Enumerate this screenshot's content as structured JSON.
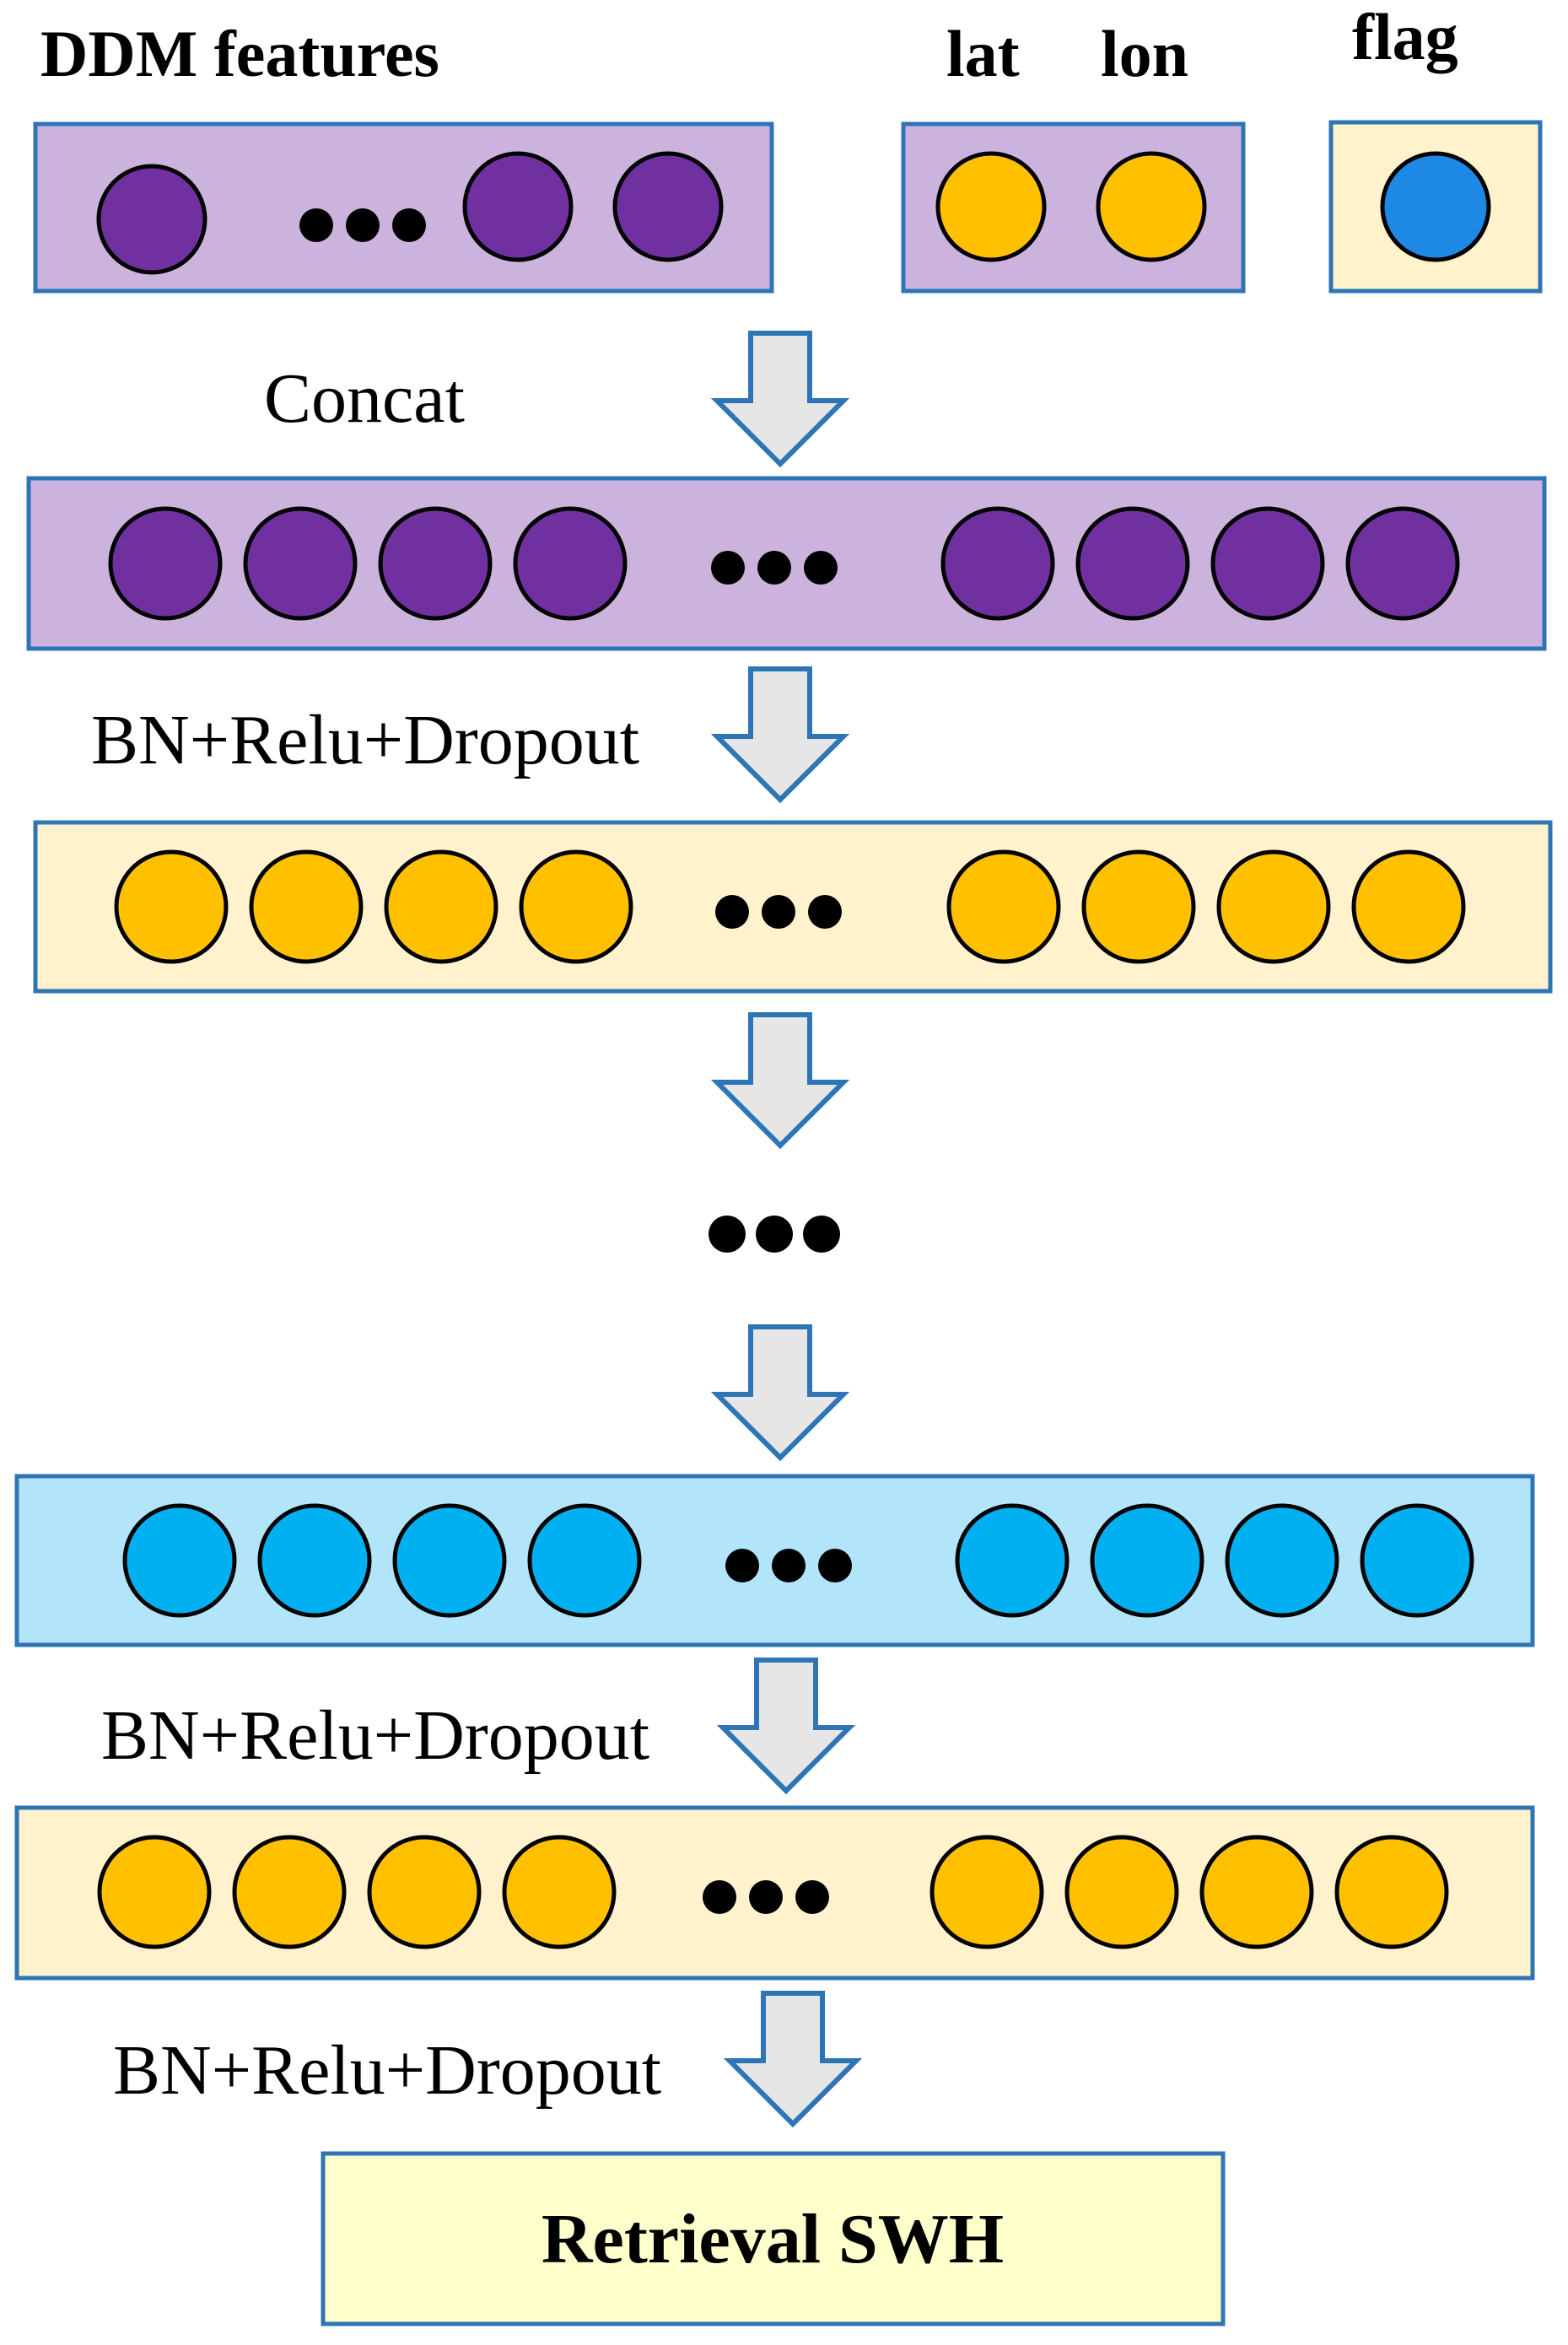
{
  "labels": {
    "ddm_features": "DDM  features",
    "lat": "lat",
    "lon": "lon",
    "flag": "flag",
    "concat": "Concat",
    "bn1": "BN+Relu+Dropout",
    "bn2": "BN+Relu+Dropout",
    "bn3": "BN+Relu+Dropout",
    "output": "Retrieval SWH"
  },
  "colors": {
    "purple_node": "#7030a0",
    "purple_fill": "#ccb3dd",
    "orange_node": "#ffc000",
    "orange_fill": "#fff2cc",
    "blue_node": "#00b0f0",
    "blue_fill": "#b3e5fa",
    "flag_node": "#1e88e5",
    "output_fill": "#ffffcc",
    "border": "#2e75b6",
    "arrow_fill": "#e6e6e6",
    "arrow_stroke": "#2e75b6"
  },
  "icons": {
    "ellipsis": "three-dots",
    "arrow": "down-arrow"
  }
}
